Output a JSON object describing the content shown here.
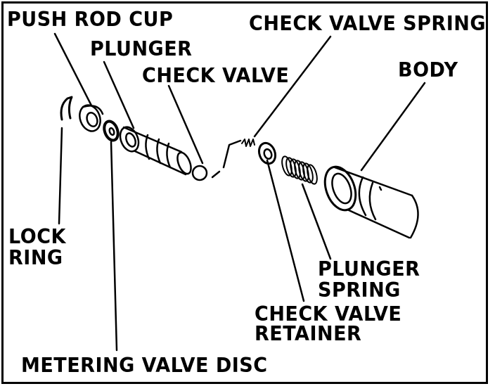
{
  "labels": {
    "push_rod_cup": "PUSH ROD CUP",
    "plunger": "PLUNGER",
    "check_valve": "CHECK VALVE",
    "check_valve_spring": "CHECK VALVE SPRING",
    "body": "BODY",
    "lock_ring_1": "LOCK",
    "lock_ring_2": "RING",
    "plunger_spring_1": "PLUNGER",
    "plunger_spring_2": "SPRING",
    "check_valve_retainer_1": "CHECK VALVE",
    "check_valve_retainer_2": "RETAINER",
    "metering_valve_disc": "METERING VALVE DISC"
  },
  "colors": {
    "ink": "#000000",
    "paper": "#ffffff"
  }
}
